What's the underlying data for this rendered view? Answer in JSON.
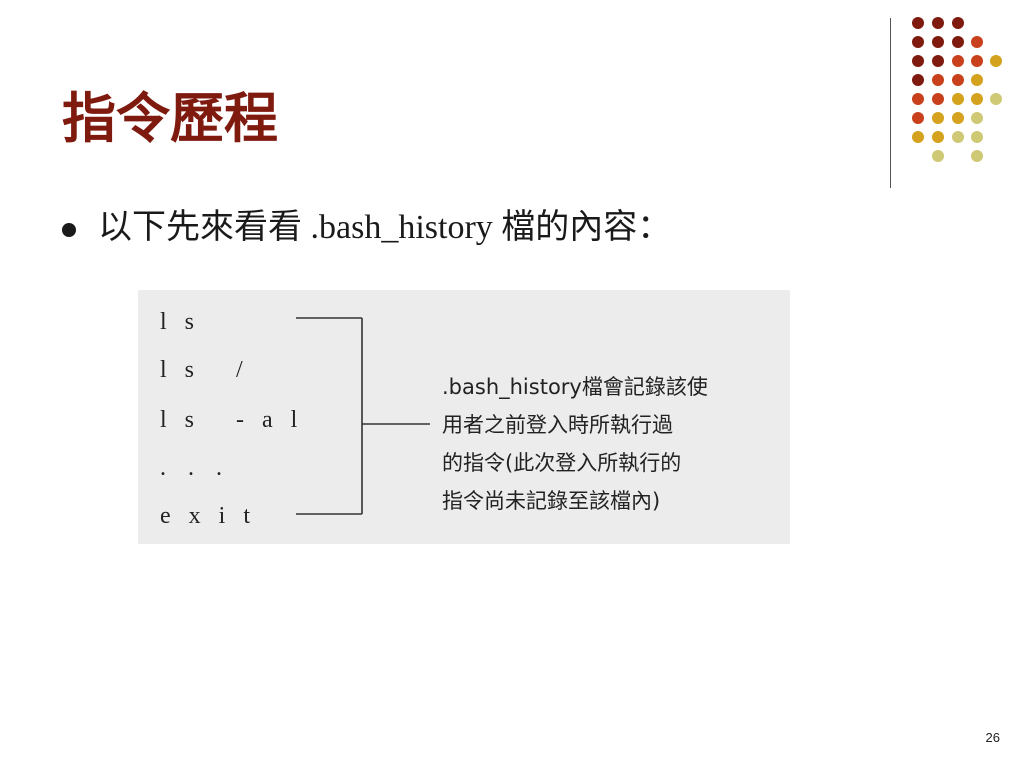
{
  "slide": {
    "title": "指令歷程",
    "bullet": "以下先來看看 .bash_history 檔的內容：",
    "page_number": "26"
  },
  "figure": {
    "commands": [
      "l s",
      "l s   /",
      "l s   - a l",
      ". . .",
      "e x i t"
    ],
    "note_lines": [
      ".bash_history檔會記錄該使",
      "用者之前登入時所執行過",
      "的指令(此次登入所執行的",
      "指令尚未記錄至該檔內)"
    ]
  },
  "theme": {
    "title_color": "#7f1a0f",
    "dot_colors": [
      "#7f1a0f",
      "#c8401c",
      "#d4a21c",
      "#cfc874"
    ]
  }
}
